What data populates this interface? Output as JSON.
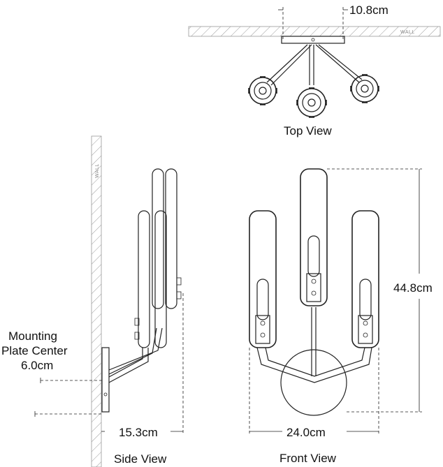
{
  "dimensions": {
    "depth_top": "10.8cm",
    "height": "44.8cm",
    "depth_side": "15.3cm",
    "width": "24.0cm"
  },
  "views": {
    "top": "Top View",
    "side": "Side View",
    "front": "Front View"
  },
  "mounting": {
    "line1": "Mounting",
    "line2": "Plate Center",
    "value": "6.0cm"
  },
  "wall_label": "WALL",
  "colors": {
    "line": "#222222",
    "hatch": "#999999",
    "background": "#ffffff"
  }
}
